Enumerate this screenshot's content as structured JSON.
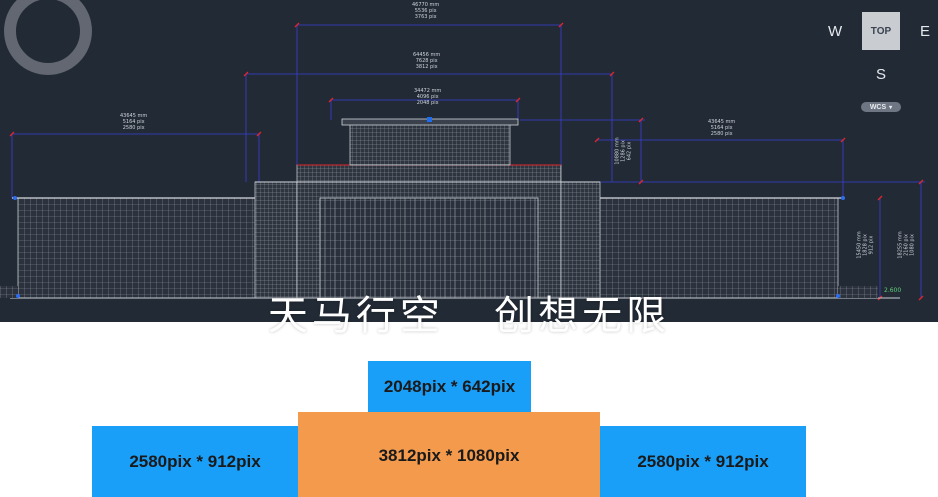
{
  "cad_view": {
    "dimensions": {
      "overall": [
        "46770 mm",
        "5536 pix",
        "3763 pix"
      ],
      "middle": [
        "64456 mm",
        "7628 pix",
        "3812 pix"
      ],
      "inner": [
        "34472 mm",
        "4096 pix",
        "2048 pix"
      ],
      "left_wing": [
        "43645 mm",
        "5164 pix",
        "2580 pix"
      ],
      "right_wing": [
        "43645 mm",
        "5164 pix",
        "2580 pix"
      ],
      "tower_height": [
        "10880 mm",
        "1286 pix",
        "642 pix"
      ],
      "wing_height": [
        "15450 mm",
        "1828 pix",
        "912 pix"
      ],
      "total_height": [
        "18255 mm",
        "2160 pix",
        "1080 pix"
      ]
    },
    "elevation_marker": "2.600"
  },
  "navigation": {
    "top_face": "TOP",
    "compass": {
      "west": "W",
      "east": "E",
      "south": "S"
    },
    "ucs_label": "WCS"
  },
  "tagline": "天马行空   创想无限",
  "resolution_blocks": {
    "top": "2048pix * 642pix",
    "center": "3812pix * 1080pix",
    "left": "2580pix * 912pix",
    "right": "2580pix * 912pix"
  },
  "colors": {
    "cad_background": "#222a35",
    "blue_block": "#1a9ff8",
    "orange_block": "#f39a4d",
    "dimension_line": "#3b3fd6",
    "dimension_tick": "#e0262d"
  }
}
